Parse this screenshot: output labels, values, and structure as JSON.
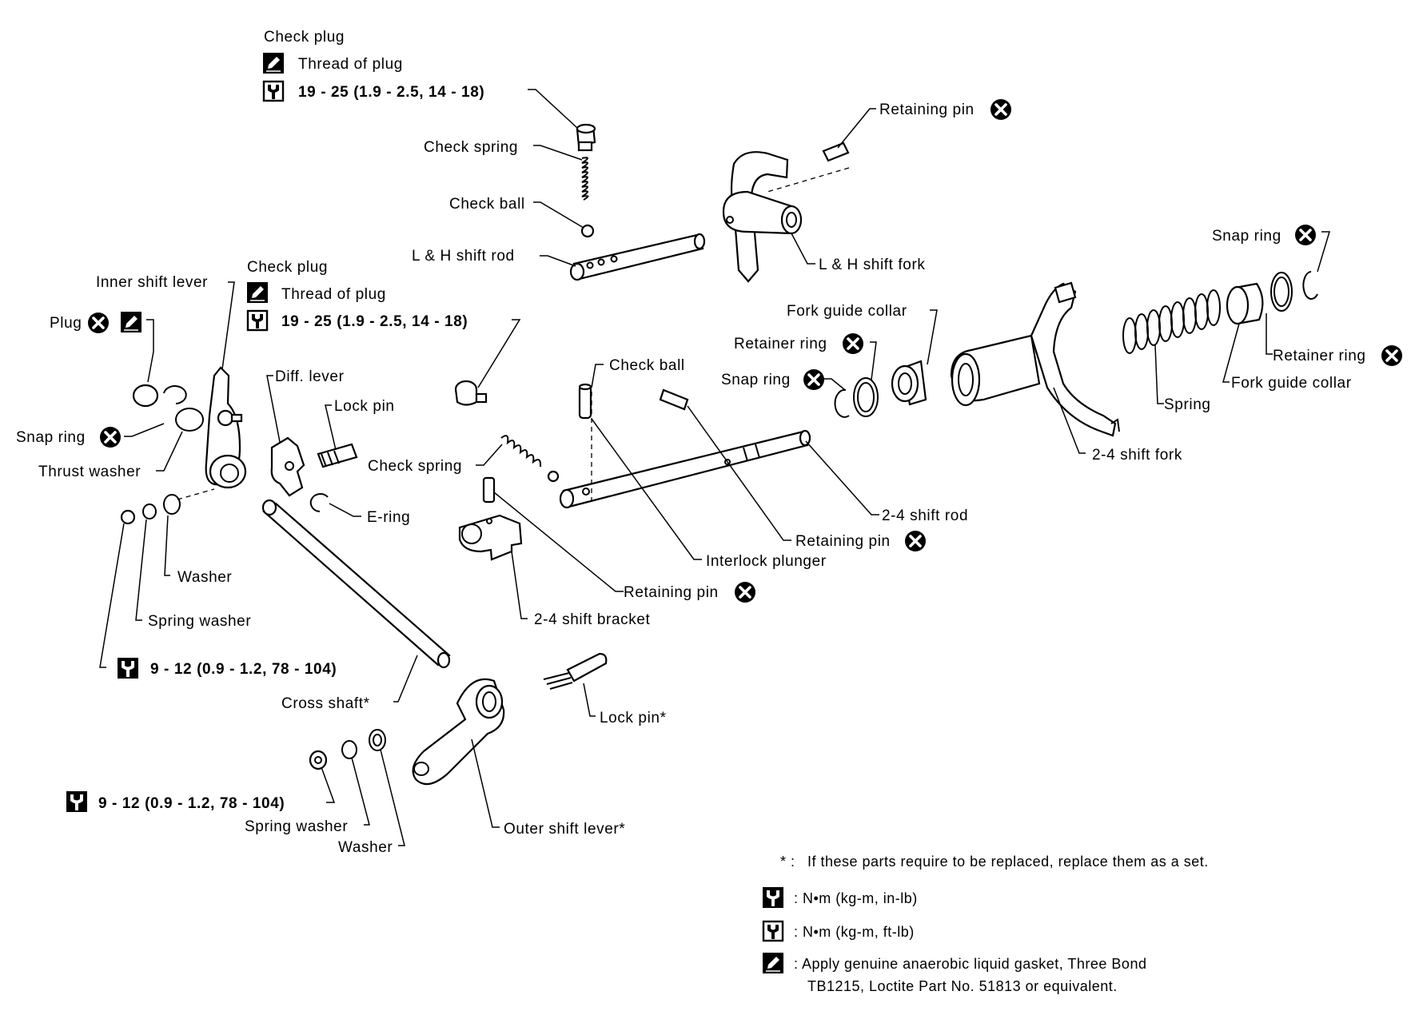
{
  "labels": {
    "check_plug_top": "Check plug",
    "thread_of_plug_top": "Thread of plug",
    "torque_check_plug_top": "19 - 25 (1.9 - 2.5, 14 - 18)",
    "check_spring_top": "Check spring",
    "check_ball_top": "Check ball",
    "lh_shift_rod": "L & H shift rod",
    "retaining_pin_top": "Retaining pin",
    "lh_shift_fork": "L & H shift fork",
    "check_plug_mid": "Check plug",
    "thread_of_plug_mid": "Thread of plug",
    "torque_check_plug_mid": "19 - 25 (1.9 - 2.5, 14 - 18)",
    "inner_shift_lever": "Inner shift lever",
    "plug": "Plug",
    "snap_ring_left": "Snap ring",
    "thrust_washer": "Thrust washer",
    "diff_lever": "Diff. lever",
    "lock_pin_upper": "Lock pin",
    "e_ring": "E-ring",
    "washer_upper": "Washer",
    "spring_washer_upper": "Spring washer",
    "torque_nut_upper": "9 - 12 (0.9 - 1.2, 78 - 104)",
    "check_ball_mid": "Check ball",
    "check_spring_mid": "Check spring",
    "retaining_pin_mid": "Retaining pin",
    "interlock_plunger": "Interlock plunger",
    "retaining_pin_bracket": "Retaining pin",
    "shift_bracket_24": "2-4 shift bracket",
    "shift_rod_24": "2-4 shift rod",
    "fork_guide_collar_mid": "Fork guide collar",
    "retainer_ring_mid": "Retainer ring",
    "snap_ring_mid": "Snap ring",
    "shift_fork_24": "2-4 shift fork",
    "snap_ring_right": "Snap ring",
    "retainer_ring_right": "Retainer ring",
    "fork_guide_collar_right": "Fork guide collar",
    "spring": "Spring",
    "cross_shaft": "Cross shaft*",
    "lock_pin_lower": "Lock pin*",
    "torque_nut_lower": "9 - 12 (0.9 - 1.2, 78 - 104)",
    "spring_washer_lower": "Spring washer",
    "washer_lower": "Washer",
    "outer_shift_lever": "Outer shift lever*"
  },
  "legend": {
    "asterisk_symbol": "* :",
    "asterisk_text": "If these parts require to be replaced, replace them as a set.",
    "nm_inlb_text": ": N•m (kg-m, in-lb)",
    "nm_ftlb_text": ": N•m (kg-m, ft-lb)",
    "gasket_text_1": ": Apply genuine anaerobic liquid gasket, Three Bond",
    "gasket_text_2": "TB1215, Loctite Part No. 51813 or equivalent."
  },
  "icons": {
    "replace_part": "x-circle-icon",
    "gasket": "gasket-pen-icon",
    "torque_inlb": "torque-wrench-filled-icon",
    "torque_ftlb": "torque-wrench-outline-icon"
  }
}
